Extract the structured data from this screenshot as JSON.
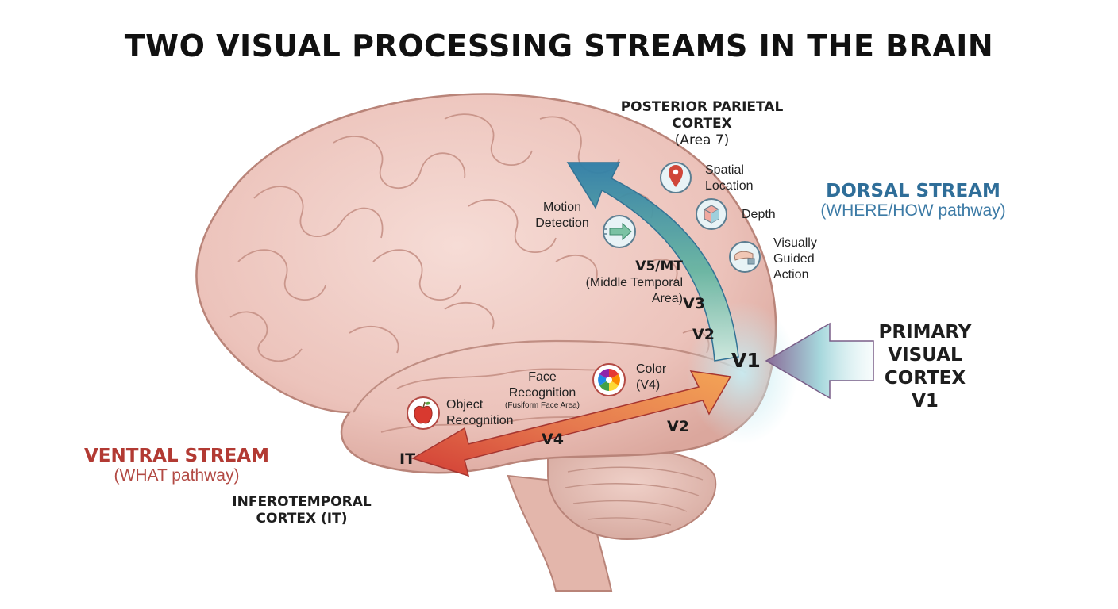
{
  "title": "TWO VISUAL PROCESSING STREAMS IN THE BRAIN",
  "dorsal": {
    "name": "DORSAL STREAM",
    "subtitle": "(WHERE/HOW pathway)",
    "color": "#2f6e99",
    "region": {
      "line1": "POSTERIOR PARIETAL",
      "line2": "CORTEX",
      "line3": "(Area 7)"
    },
    "functions": [
      {
        "line1": "Spatial",
        "line2": "Location",
        "icon": "map-pin-icon"
      },
      {
        "line1": "Depth",
        "icon": "cube-icon"
      },
      {
        "line1": "Visually",
        "line2": "Guided",
        "line3": "Action",
        "icon": "hand-icon"
      }
    ],
    "motion": {
      "line1": "Motion",
      "line2": "Detection",
      "icon": "motion-arrow-icon"
    },
    "v5": {
      "line1": "V5/MT",
      "line2": "(Middle Temporal",
      "line3": "Area)"
    },
    "v3": "V3",
    "v2": "V2"
  },
  "ventral": {
    "name": "VENTRAL STREAM",
    "subtitle": "(WHAT pathway)",
    "color": "#b23a33",
    "region": {
      "line1": "INFEROTEMPORAL",
      "line2": "CORTEX (IT)"
    },
    "face": {
      "line1": "Face",
      "line2": "Recognition",
      "line3": "(Fusiform Face Area)"
    },
    "color_area": {
      "line1": "Color",
      "line2": "(V4)",
      "icon": "color-wheel-icon"
    },
    "object": {
      "line1": "Object",
      "line2": "Recognition",
      "icon": "apple-icon"
    },
    "it": "IT",
    "v4": "V4",
    "v2": "V2"
  },
  "v1_label": "V1",
  "primary": {
    "line1": "PRIMARY",
    "line2": "VISUAL",
    "line3": "CORTEX",
    "line4": "V1"
  }
}
